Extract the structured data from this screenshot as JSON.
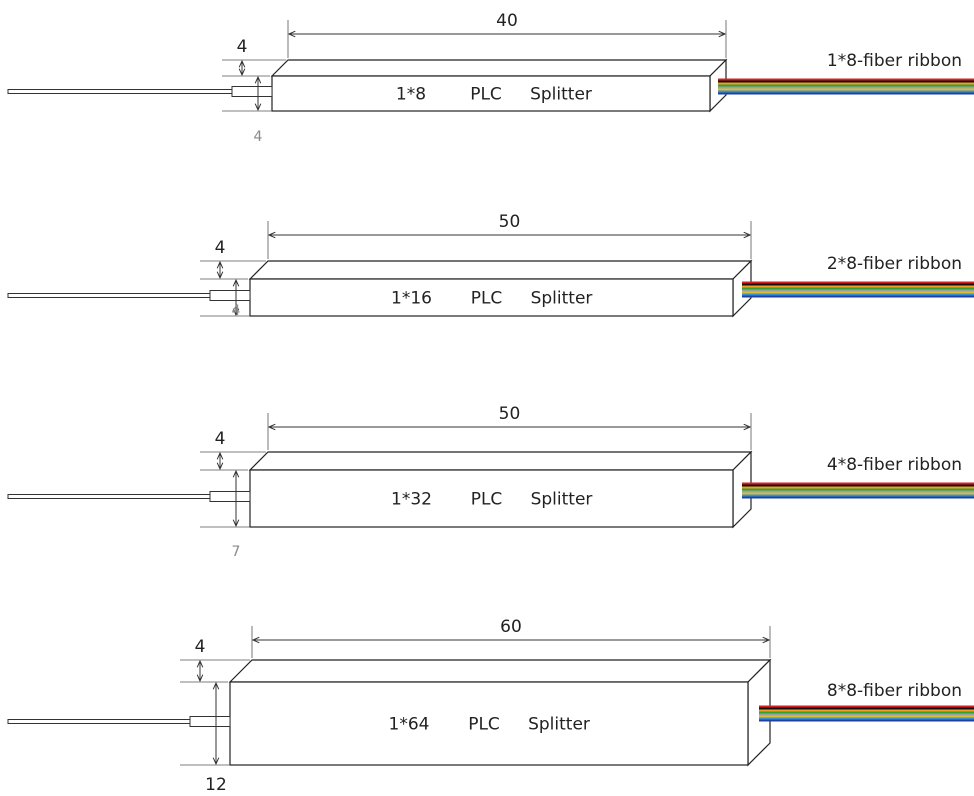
{
  "fiber_colors": [
    "#d42020",
    "#111111",
    "#f0a020",
    "#32a032",
    "#a0a0a0",
    "#d8c030",
    "#3a8fd0",
    "#2040a0"
  ],
  "splitters": [
    {
      "id": "1x8",
      "name": "1*8",
      "type_label": "PLC",
      "device_label": "Splitter",
      "length": "40",
      "top_dim": "4",
      "bottom_dim": "4",
      "ribbon_label": "1*8-fiber ribbon"
    },
    {
      "id": "1x16",
      "name": "1*16",
      "type_label": "PLC",
      "device_label": "Splitter",
      "length": "50",
      "top_dim": "4",
      "bottom_dim": "4",
      "ribbon_label": "2*8-fiber ribbon"
    },
    {
      "id": "1x32",
      "name": "1*32",
      "type_label": "PLC",
      "device_label": "Splitter",
      "length": "50",
      "top_dim": "4",
      "bottom_dim": "7",
      "ribbon_label": "4*8-fiber ribbon"
    },
    {
      "id": "1x64",
      "name": "1*64",
      "type_label": "PLC",
      "device_label": "Splitter",
      "length": "60",
      "top_dim": "4",
      "bottom_dim": "12",
      "ribbon_label": "8*8-fiber ribbon"
    }
  ]
}
